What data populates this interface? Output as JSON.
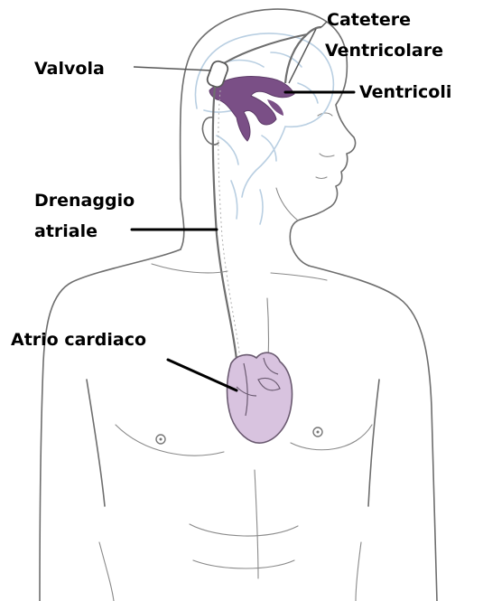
{
  "labels": {
    "catheter_line1": "Catetere",
    "catheter_line2": "Ventricolare",
    "valve": "Valvola",
    "ventricles": "Ventricoli",
    "drainage_line1": "Drenaggio",
    "drainage_line2": "atriale",
    "atrium": "Atrio cardiaco"
  },
  "colors": {
    "outline": "#6e6e6e",
    "brain": "#b9cfe2",
    "ventricles": "#7a4f86",
    "heart_fill": "#d8c3df",
    "heart_stroke": "#6a5a70",
    "leader": "#000000"
  }
}
